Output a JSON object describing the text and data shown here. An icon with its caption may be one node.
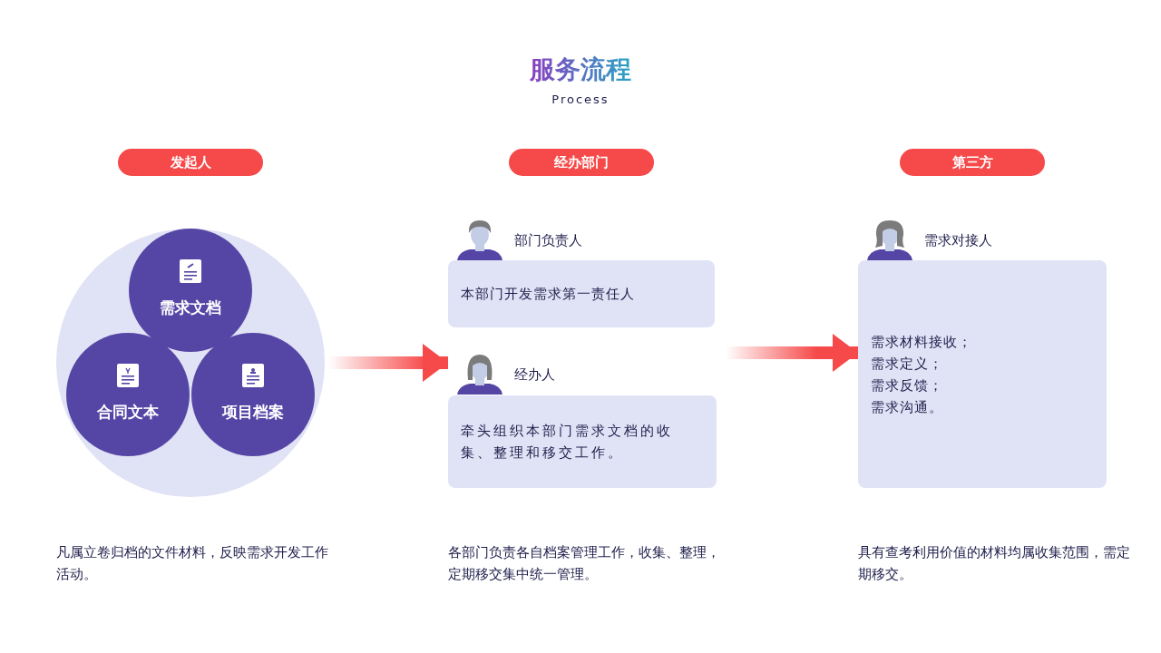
{
  "diagram": {
    "title": "服务流程",
    "nodes": [
      {
        "text": [
          "发起人"
        ]
      },
      {
        "text": [],
        "shape": "circle"
      },
      {
        "text": [
          "需求文档"
        ],
        "in": 1
      },
      {
        "text": [
          "合同文本"
        ],
        "in": 1
      },
      {
        "text": [
          "项目档案"
        ],
        "in": 1
      },
      {
        "text": [
          "经办部门"
        ]
      },
      {
        "text": [
          "部门负责人",
          "本部门开发需求第一责任人"
        ]
      },
      {
        "text": [
          "经办人",
          "牵头组织本部门需求文档的收集、整理和移交工作。"
        ]
      },
      {
        "text": [
          "第三方"
        ]
      },
      {
        "text": [
          "需求对接人",
          "需求材料接收；",
          "需求定义；",
          "需求反馈；",
          "需求沟通。"
        ]
      }
    ],
    "edges": [
      {
        "from": 1,
        "to": 7,
        "arrow": "to"
      },
      {
        "from": null,
        "to": 9,
        "arrow": "to"
      }
    ],
    "labels": [
      "Process",
      "凡属立卷归档的文件材料，反映需求开发工作活动。",
      "各部门负责各自档案管理工作，收集、整理，定期移交集中统一管理。",
      "具有查考利用价值的材料均属收集范围，需定期移交。"
    ]
  }
}
